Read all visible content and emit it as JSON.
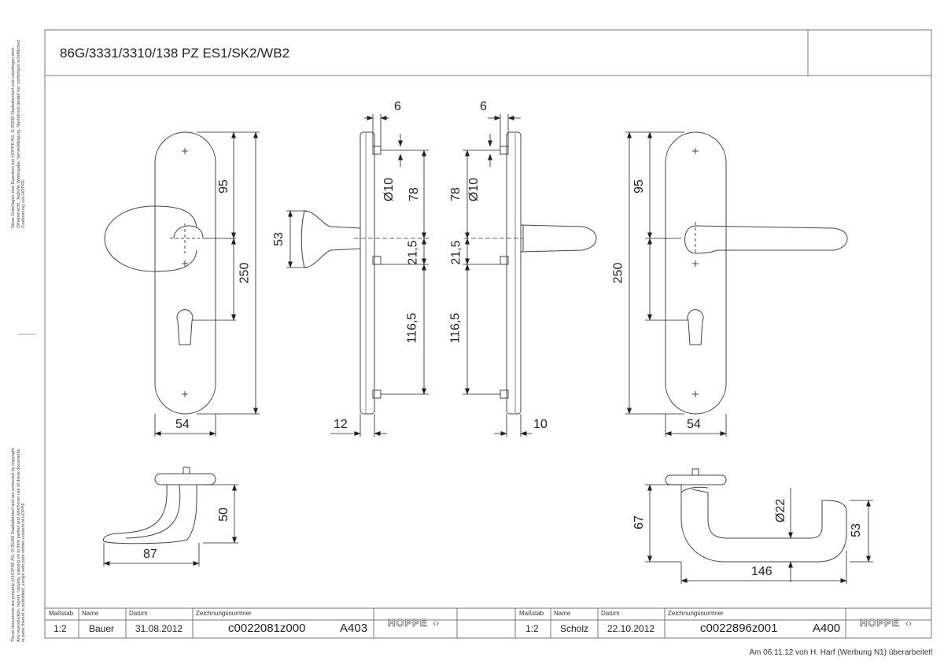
{
  "title": "86G/3331/3310/138 PZ ES1/SK2/WB2",
  "side_note_de": "Diese Unterlagen sind Eigentum der HOPPE AG, D-35260 Stadtallendorf und unterliegen dem Urheberrecht. Jegliche Weitergabe, Vervielfältigung, Nachdruck bedarf der vorherigen schriftlichen Zustimmung von HOPPE",
  "side_note_en": "These documents are property of HOPPE AG, D-35260 Stadtallendorf and are protected by copyright. Any reproduction, reprint, copying, passing on to third parties and whichever use of these documents or parts thereof is prohibited, except with prior written consent of HOPPE",
  "dimensions": {
    "plate_width_left": "54",
    "plate_width_right": "54",
    "height_95_left": "95",
    "height_250_left": "250",
    "height_95_right": "95",
    "height_250_right": "250",
    "knob_53": "53",
    "offset_6_left": "6",
    "offset_6_right": "6",
    "dia10_left": "Ø10",
    "dia10_right": "Ø10",
    "d78_left": "78",
    "d78_right": "78",
    "d215_left": "21,5",
    "d215_right": "21,5",
    "d1165_left": "116,5",
    "d1165_right": "116,5",
    "thick_12": "12",
    "thick_10": "10",
    "knob_87": "87",
    "knob_50": "50",
    "lever_67": "67",
    "lever_146": "146",
    "lever_53": "53",
    "lever_dia22": "Ø22"
  },
  "title_block": {
    "left": {
      "scale_label": "Maßstab",
      "scale": "1:2",
      "name_label": "Name",
      "name": "Bauer",
      "date_label": "Datum",
      "date": "31.08.2012",
      "drawing_label": "Zeichnungsnummer",
      "drawing_no": "c0022081z000",
      "format": "A403"
    },
    "right": {
      "scale_label": "Maßstab",
      "scale": "1:2",
      "name_label": "Name",
      "name": "Scholz",
      "date_label": "Datum",
      "date": "22.10.2012",
      "drawing_label": "Zeichnungsnummer",
      "drawing_no": "c0022896z001",
      "format": "A400"
    },
    "brand": "HOPPE"
  },
  "footnote": "Am 06.11.12 von H. Harf (Werbung N1) überarbeitet!"
}
